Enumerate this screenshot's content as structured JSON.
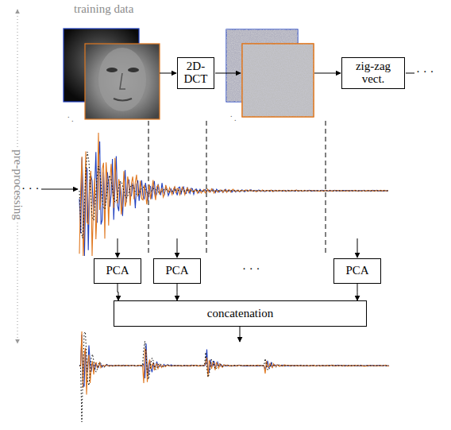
{
  "diagram": {
    "nodes": [
      {
        "text": [
          "2D- DCT"
        ]
      },
      {
        "text": [
          "zig-zag vect."
        ]
      },
      {
        "text": [
          "PCA"
        ]
      },
      {
        "text": [
          "PCA"
        ]
      },
      {
        "text": [
          "PCA"
        ]
      },
      {
        "text": [
          "concatenation"
        ]
      }
    ],
    "edges": [
      {
        "from": 2,
        "to": 5,
        "arrow": "to"
      },
      {
        "from": 3,
        "to": 5,
        "arrow": "to"
      },
      {
        "from": 4,
        "to": 5,
        "arrow": "to"
      }
    ],
    "labels": [
      "training data",
      "pre-processing",
      "· · ·",
      "· · ·",
      "· · ·"
    ]
  }
}
